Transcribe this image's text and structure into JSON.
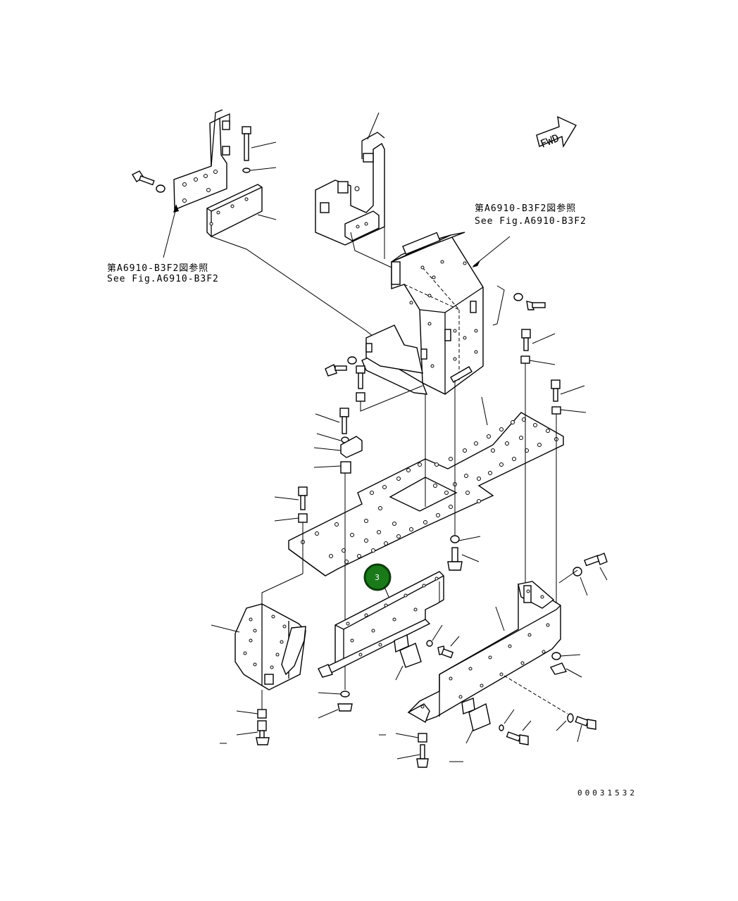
{
  "references": {
    "top_left_jp": "第A6910-B3F2図参照",
    "top_left_en": "See Fig.A6910-B3F2",
    "right_jp": "第A6910-B3F2図参照",
    "right_en": "See Fig.A6910-B3F2"
  },
  "direction_indicator": "FWD",
  "callout": {
    "number": "3",
    "color": "#1a7a1a"
  },
  "drawing_code": "00031532"
}
